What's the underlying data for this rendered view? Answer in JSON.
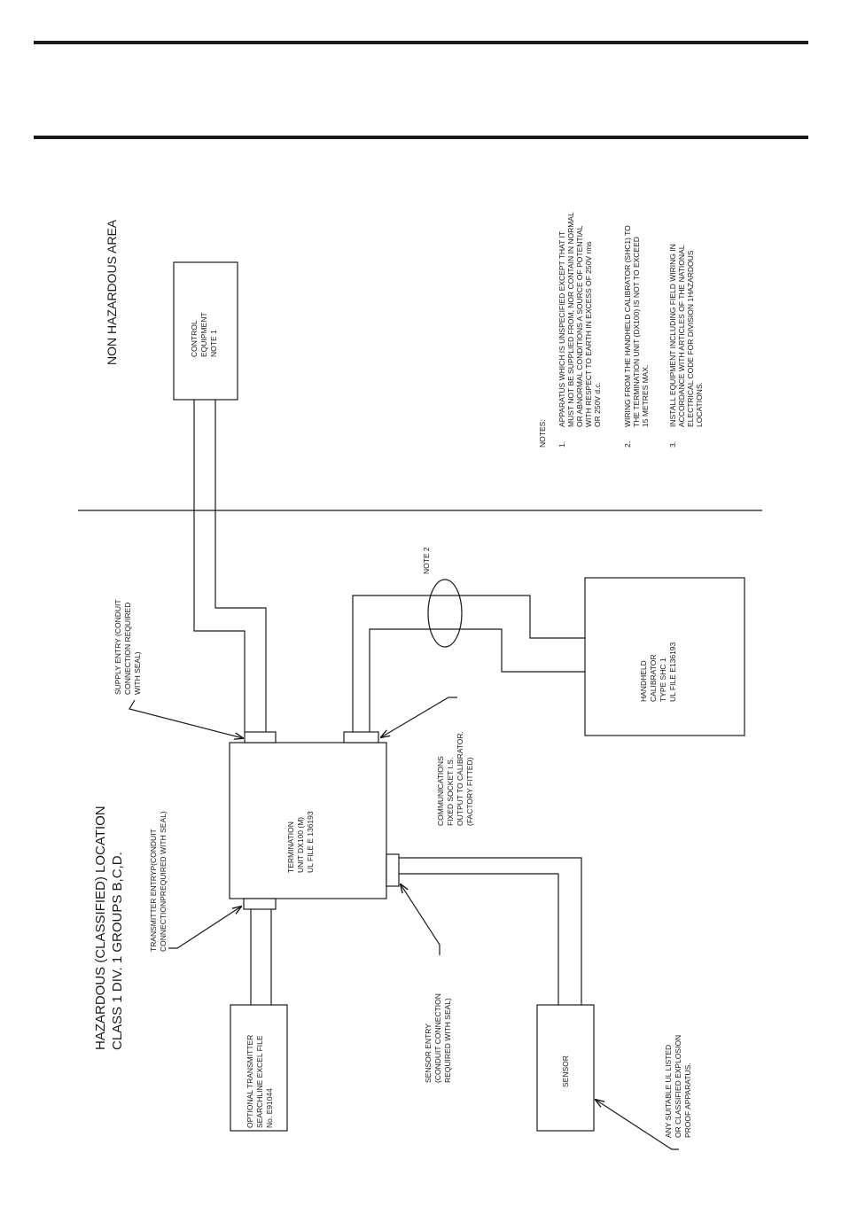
{
  "areas": {
    "non_hazardous": "NON HAZARDOUS AREA",
    "hazardous": [
      "HAZARDOUS (CLASSIFIED) LOCATION",
      "CLASS 1 DIV. 1 GROUPS B,C,D."
    ]
  },
  "boxes": {
    "control_equipment": [
      "CONTROL",
      "EQUIPMENT",
      "NOTE 1"
    ],
    "handheld_calibrator": [
      "HANDHELD",
      "CALIBRATOR",
      "TYPE SHC 1",
      "UL FILE E136193"
    ],
    "termination_unit": [
      "TERMINATION",
      "UNIT DX100 (M)",
      "UL FILE E 136193"
    ],
    "optional_transmitter": [
      "OPTIONAL TRANSMITTER",
      "SEARCHLINE EXCEL FILE",
      "No. E91044"
    ],
    "sensor": [
      "SENSOR"
    ]
  },
  "callouts": {
    "supply_entry": [
      "SUPPLY ENTRY (CONDUIT",
      "CONNECTION REQUIRED",
      "WITH SEAL)"
    ],
    "transmitter_entry": [
      "TRANSMITTER ENTRYP(CONDUIT",
      "CONNECTIONPREQUIRED WITH SEAL)"
    ],
    "communications": [
      "COMMUNICATIONS",
      "FIXED SOCKET I.S.",
      "OUTPUT TO CALIBRATOR.",
      "(FACTORY FITTED)"
    ],
    "sensor_entry": [
      "SENSOR ENTRY",
      "(CONDUIT CONNECTION",
      "REQUIRED WITH SEAL)"
    ],
    "any_suitable": [
      "ANY SUITABLE UL LISTED",
      "OR CLASSIFIED EXPLOSION",
      "PROOF APPARATUS."
    ],
    "note2": "NOTE 2"
  },
  "notes": {
    "heading": "NOTES:",
    "items": [
      {
        "num": "1.",
        "lines": [
          "APPARATUS WHICH IS UNSPECIFIED EXCEPT THAT IT",
          "MUST NOT BE SUPPLIED FROM, NOR CONTAIN IN NORMAL",
          "OR ABNORMAL CONDITIONS A SOURCE OF POTENTIAL",
          "WITH RESPECT TO EARTH IN EXCESS OF 250V rms",
          "OR 250V d.c."
        ]
      },
      {
        "num": "2.",
        "lines": [
          "WIRING FROM THE HANDHELD CALIBRATOR (SHC1) TO",
          "THE TERMINATION UNIT (DX100) IS NOT TO EXCEED",
          "15 METRES MAX."
        ]
      },
      {
        "num": "3.",
        "lines": [
          "INSTALL EQUIPMENT INCLUDING FIELD WIRING IN",
          "ACCORDANCE WITH ARTICLES OF THE NATIONAL",
          "ELECTRICAL CODE FOR DIVISION 1HAZARDOUS",
          "LOCATIONS."
        ]
      }
    ]
  }
}
